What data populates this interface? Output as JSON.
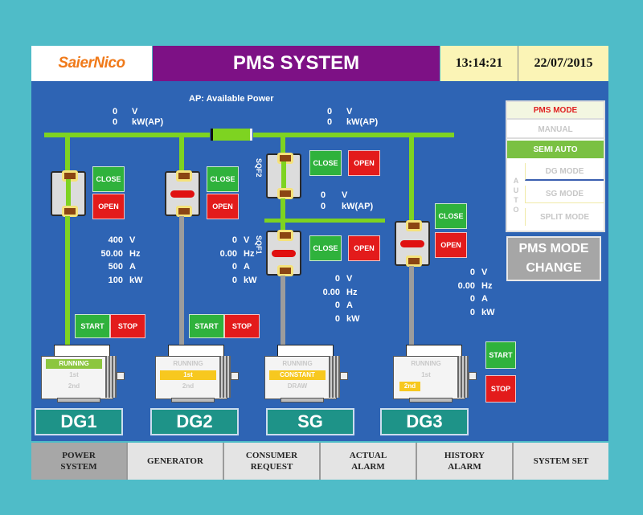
{
  "header": {
    "logo": "SaierNico",
    "title": "PMS SYSTEM",
    "time": "13:14:21",
    "date": "22/07/2015"
  },
  "legend": "AP: Available Power",
  "bus_left": {
    "voltage": "0",
    "voltage_unit": "V",
    "power": "0",
    "power_unit": "kW(AP)"
  },
  "bus_right": {
    "voltage": "0",
    "voltage_unit": "V",
    "power": "0",
    "power_unit": "kW(AP)"
  },
  "bus_sg": {
    "voltage": "0",
    "voltage_unit": "V",
    "power": "0",
    "power_unit": "kW(AP)"
  },
  "breaker_labels": {
    "sg_upper": "SQF2",
    "sg_lower": "SQF1"
  },
  "buttons": {
    "close": "CLOSE",
    "open": "OPEN",
    "start": "START",
    "stop": "STOP"
  },
  "units": {
    "v": "V",
    "hz": "Hz",
    "a": "A",
    "kw": "kW"
  },
  "generators": [
    {
      "name": "DG1",
      "breaker": "closed",
      "voltage": "400",
      "frequency": "50.00",
      "current": "500",
      "power": "100",
      "status": [
        "RUNNING",
        "1st",
        "2nd"
      ],
      "active_status": 0
    },
    {
      "name": "DG2",
      "breaker": "open",
      "voltage": "0",
      "frequency": "0.00",
      "current": "0",
      "power": "0",
      "status": [
        "RUNNING",
        "1st",
        "2nd"
      ],
      "active_status": 1
    },
    {
      "name": "SG",
      "breaker": "open",
      "voltage": "0",
      "frequency": "0.00",
      "current": "0",
      "power": "0",
      "status": [
        "RUNNING",
        "CONSTANT",
        "DRAW"
      ],
      "active_status": 1
    },
    {
      "name": "DG3",
      "breaker": "open",
      "voltage": "0",
      "frequency": "0.00",
      "current": "0",
      "power": "0",
      "status": [
        "RUNNING",
        "1st",
        "2nd"
      ],
      "active_status": 2
    }
  ],
  "mode_panel": {
    "title": "PMS MODE",
    "manual": "MANUAL",
    "semi_auto": "SEMI AUTO",
    "auto_letters": [
      "A",
      "U",
      "T",
      "O"
    ],
    "dg_mode": "DG MODE",
    "sg_mode": "SG MODE",
    "split_mode": "SPLIT MODE",
    "active": "SEMI AUTO",
    "change_line1": "PMS MODE",
    "change_line2": "CHANGE"
  },
  "nav": [
    {
      "line1": "POWER",
      "line2": "SYSTEM",
      "active": true
    },
    {
      "line1": "GENERATOR",
      "line2": "",
      "active": false
    },
    {
      "line1": "CONSUMER",
      "line2": "REQUEST",
      "active": false
    },
    {
      "line1": "ACTUAL",
      "line2": "ALARM",
      "active": false
    },
    {
      "line1": "HISTORY",
      "line2": "ALARM",
      "active": false
    },
    {
      "line1": "SYSTEM SET",
      "line2": "",
      "active": false
    }
  ],
  "colors": {
    "frame": "#4fbcc8",
    "panel": "#2e64b4",
    "title_bar": "#7d1185",
    "bus_energized": "#7ed321",
    "button_green": "#2fb23c",
    "button_red": "#e31b1b",
    "gen_label": "#1e9388"
  }
}
